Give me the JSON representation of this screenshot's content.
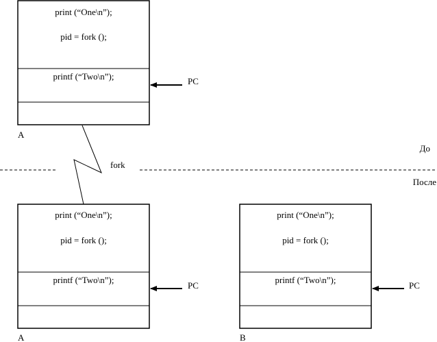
{
  "before_process": {
    "label": "A",
    "lines": [
      "print (“One\\n”);",
      "pid = fork ();",
      "printf (“Two\\n”);"
    ],
    "pc_label": "PC"
  },
  "fork_label": "fork",
  "divider": {
    "before_label": "До",
    "after_label": "После"
  },
  "after_parent": {
    "label": "A",
    "lines": [
      "print (“One\\n”);",
      "pid = fork ();",
      "printf (“Two\\n”);"
    ],
    "pc_label": "PC"
  },
  "after_child": {
    "label": "B",
    "lines": [
      "print (“One\\n”);",
      "pid = fork ();",
      "printf (“Two\\n”);"
    ],
    "pc_label": "PC"
  }
}
